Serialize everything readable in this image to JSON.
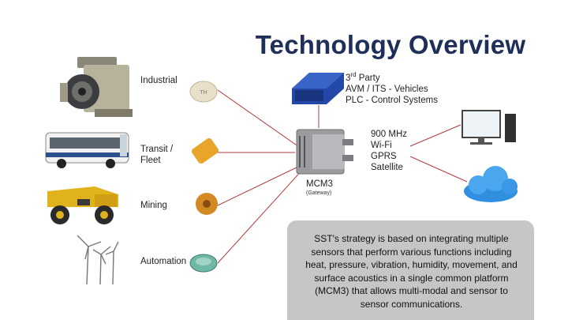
{
  "title": "Technology Overview",
  "categories": {
    "industrial": "Industrial",
    "transit_line1": "Transit /",
    "transit_line2": "Fleet",
    "mining": "Mining",
    "automation": "Automation"
  },
  "third_party": {
    "line1_num": "3",
    "line1_sup": "rd",
    "line1_rest": " Party",
    "line2": "AVM / ITS - Vehicles",
    "line3": "PLC - Control Systems"
  },
  "connectivity": [
    "900 MHz",
    "Wi-Fi",
    "GPRS",
    "Satellite"
  ],
  "gateway": {
    "name": "MCM3",
    "sub": "(Gateway)"
  },
  "callout": "SST's strategy is based on integrating multiple sensors that perform various functions including heat, pressure, vibration, humidity, movement, and surface acoustics in a single common platform (MCM3) that allows multi-modal and sensor to sensor communications.",
  "colors": {
    "title": "#1f2f5a",
    "connector": "#b03a3a",
    "callout_bg": "#c6c6c6"
  }
}
